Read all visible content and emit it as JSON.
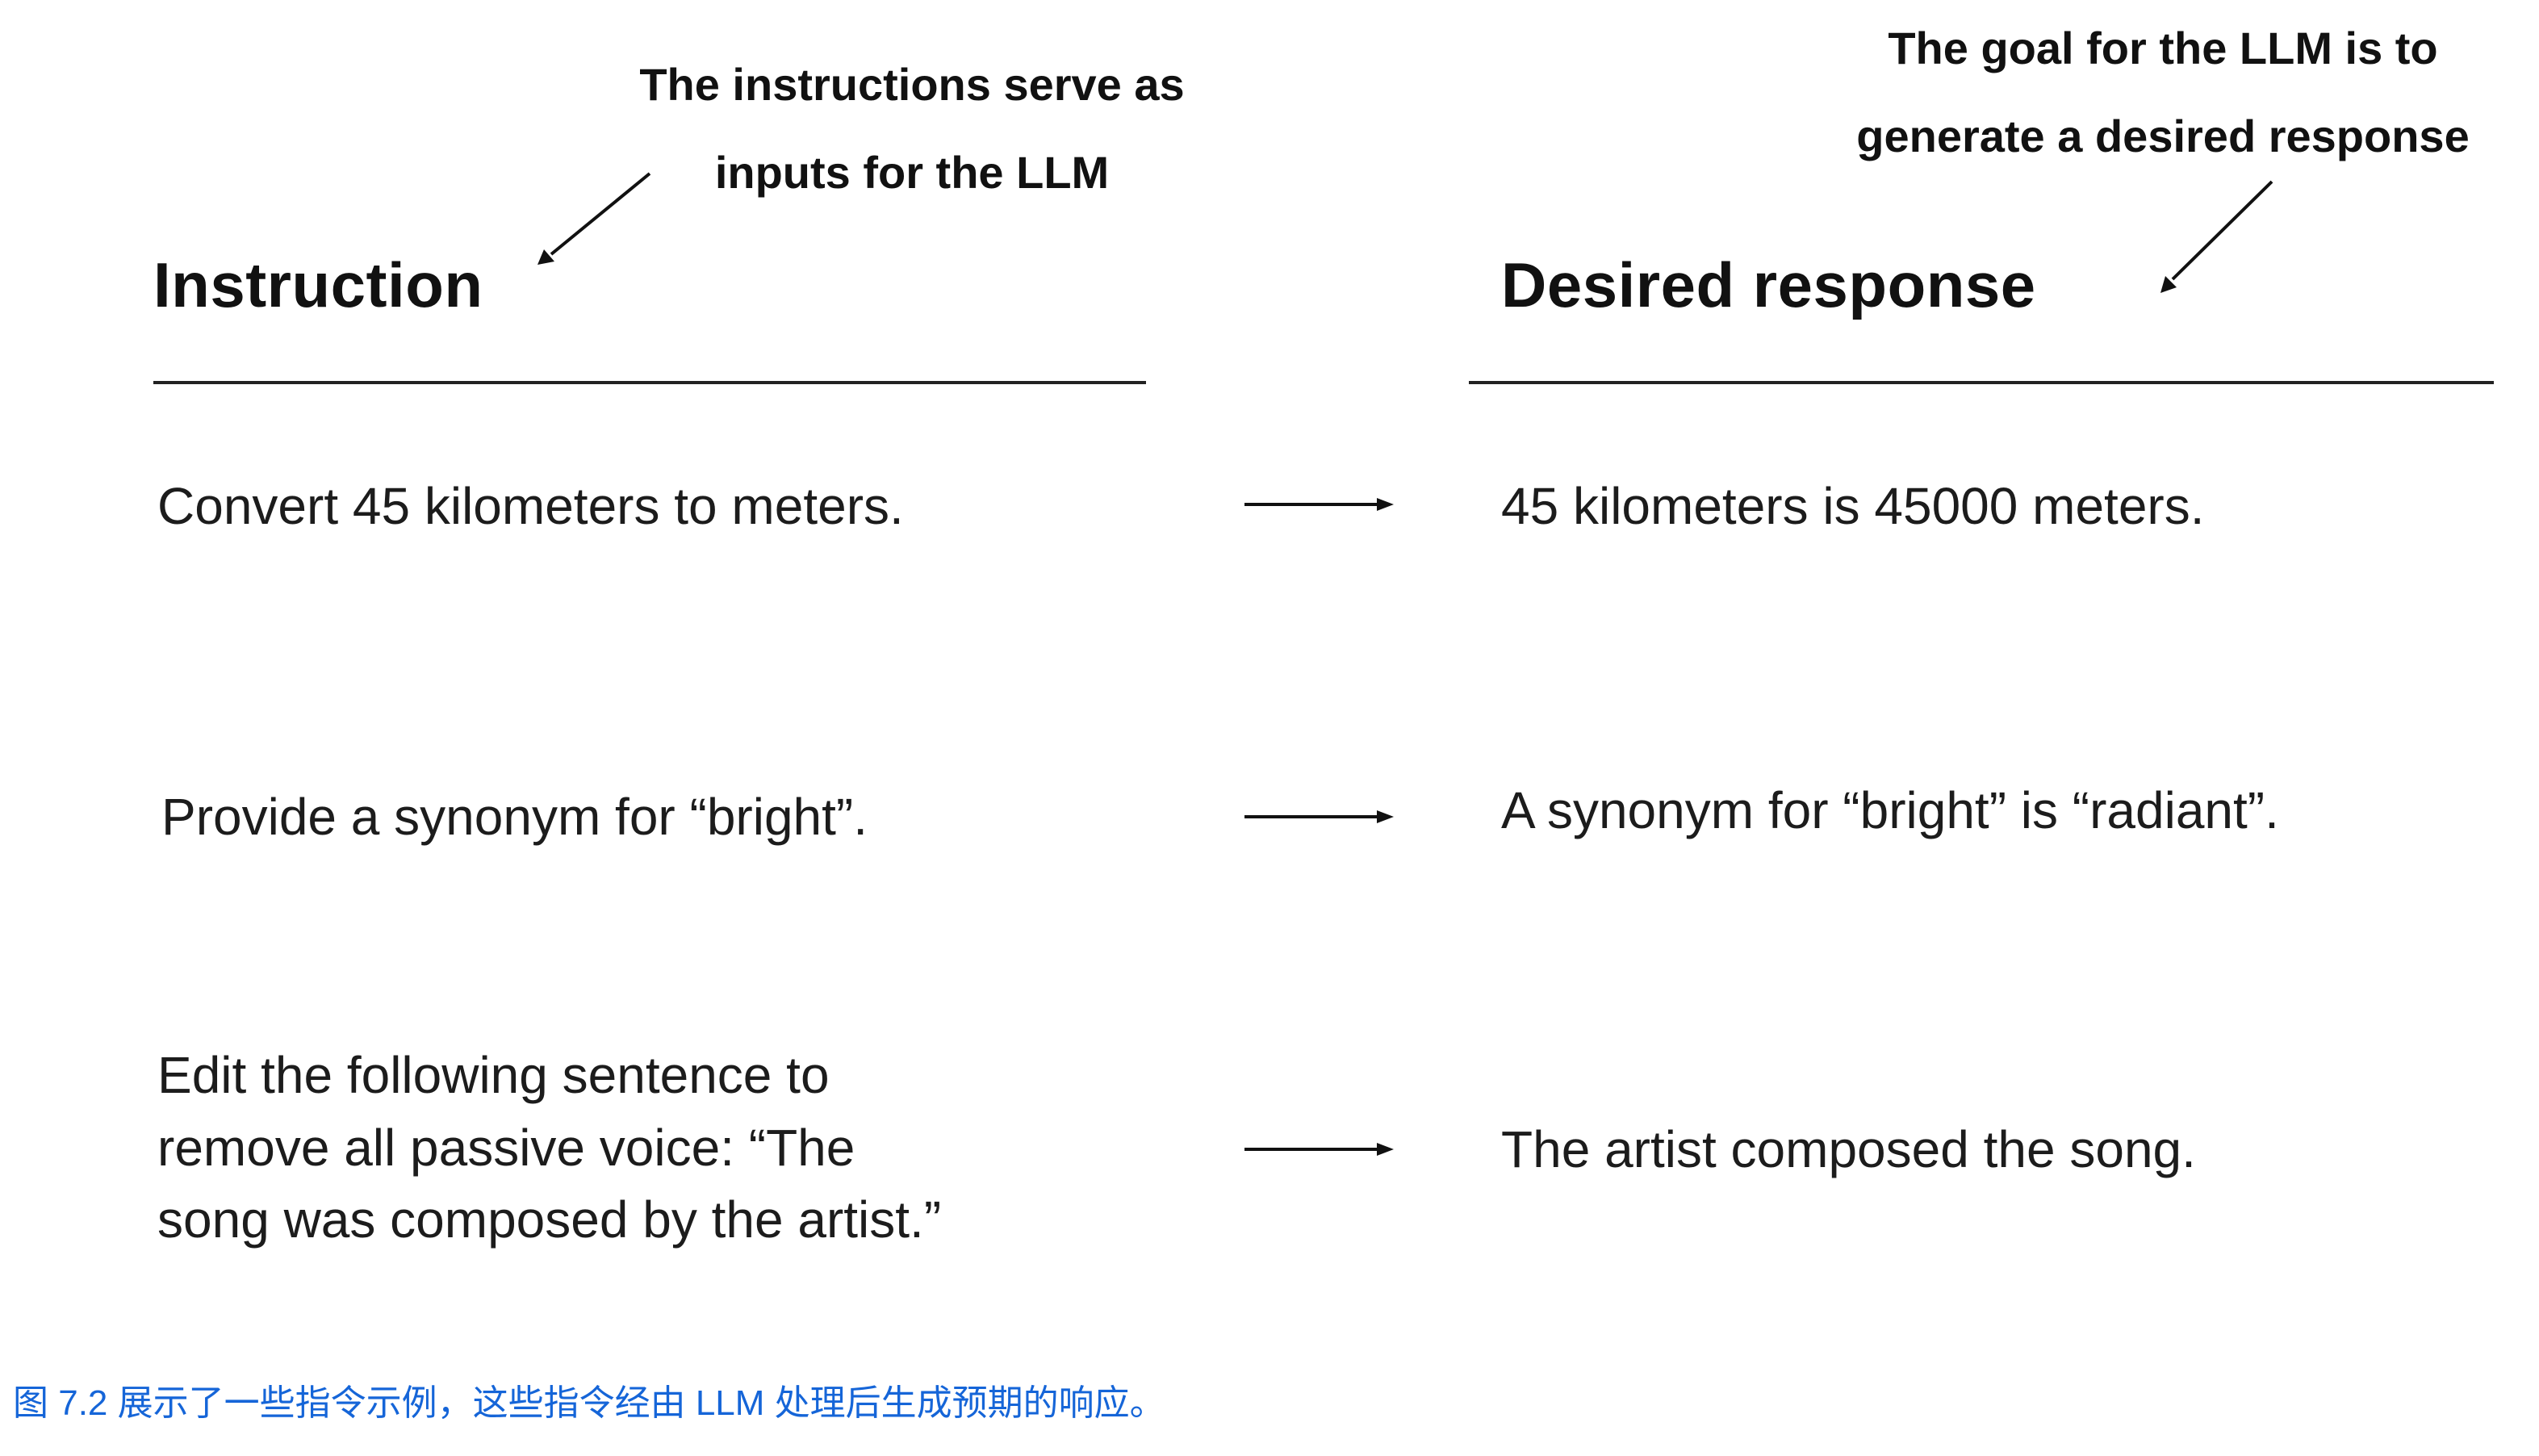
{
  "figure": {
    "annotations": {
      "left": {
        "text": "The instructions serve as\ninputs for the LLM"
      },
      "right": {
        "text": "The goal for the LLM is to\ngenerate a desired response"
      }
    },
    "headers": {
      "instruction": "Instruction",
      "response": "Desired response"
    },
    "rows": [
      {
        "instruction": "Convert 45 kilometers to meters.",
        "response": "45 kilometers is 45000 meters."
      },
      {
        "instruction": "Provide a synonym for “bright”.",
        "response": "A synonym for “bright” is “radiant”."
      },
      {
        "instruction": "Edit the following sentence to\nremove all passive voice: “The\nsong was composed by the artist.”",
        "response": "The artist composed the song."
      }
    ],
    "caption": {
      "text": "图 7.2 展示了一些指令示例，这些指令经由 LLM 处理后生成预期的响应。",
      "color": "#1565d8"
    },
    "colors": {
      "text": "#1a1a1a",
      "arrow": "#111111"
    }
  }
}
